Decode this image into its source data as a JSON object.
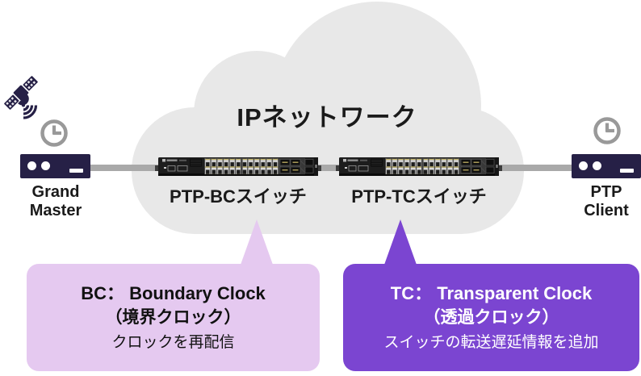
{
  "colors": {
    "cloud": "#E8E8E8",
    "link_line": "#A9A9A9",
    "device": "#262046",
    "clock_icon": "#999999",
    "text": "#1A1A1A",
    "bc_bg": "#E5C9F0",
    "bc_text": "#111111",
    "tc_bg": "#7B45D1",
    "tc_text": "#FFFFFF"
  },
  "network": {
    "title": "IPネットワーク",
    "grand_master": {
      "line1": "Grand",
      "line2": "Master"
    },
    "ptp_client": {
      "line1": "PTP",
      "line2": "Client"
    },
    "bc_switch_label": "PTP-BCスイッチ",
    "tc_switch_label": "PTP-TCスイッチ"
  },
  "callouts": {
    "bc": {
      "heading": "BC： Boundary Clock",
      "sub": "（境界クロック）",
      "desc": "クロックを再配信"
    },
    "tc": {
      "heading": "TC： Transparent Clock",
      "sub": "（透過クロック）",
      "desc": "スイッチの転送遅延情報を追加"
    }
  },
  "icons": {
    "satellite": "satellite-icon",
    "grand_master_clock": "clock-icon",
    "client_clock": "clock-icon"
  }
}
